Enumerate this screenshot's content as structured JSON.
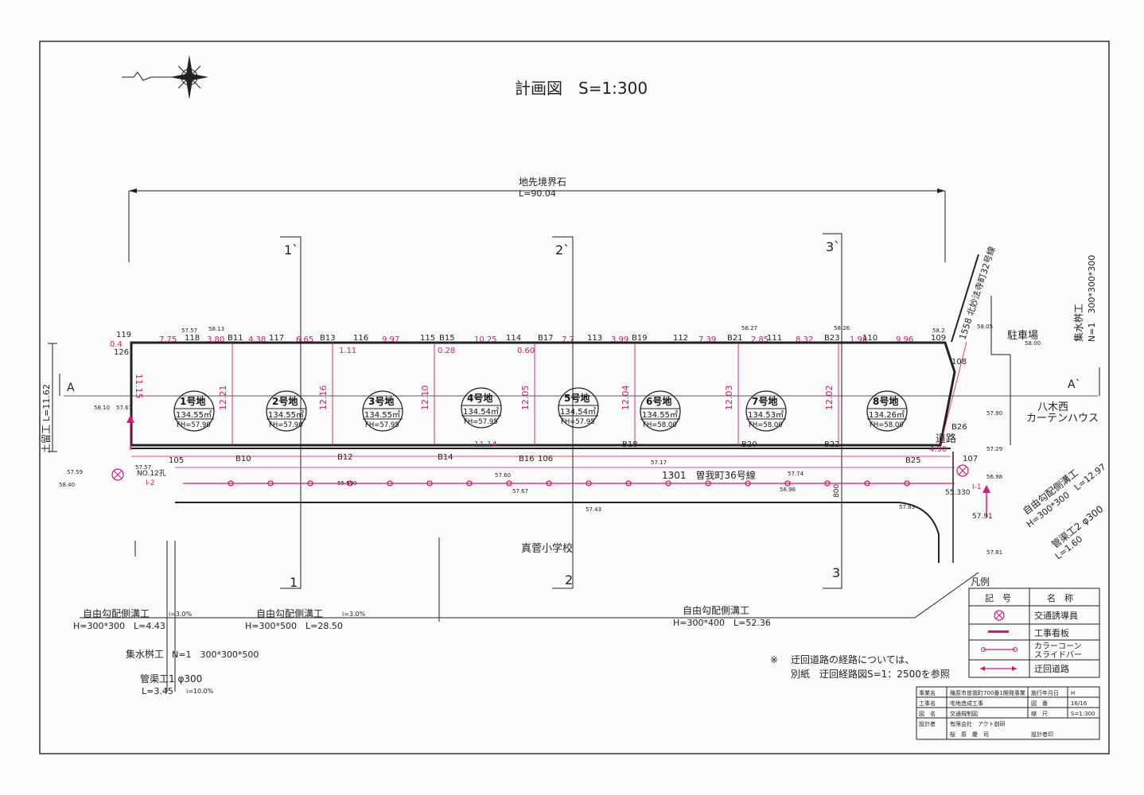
{
  "title": "計画図　S=1:300",
  "top_dimension": {
    "label": "地先境界石",
    "length": "L=90.04"
  },
  "sections": [
    {
      "top": "1`",
      "bottom": "1"
    },
    {
      "top": "2`",
      "bottom": "2"
    },
    {
      "top": "3`",
      "bottom": "3"
    }
  ],
  "section_a": {
    "left": "A",
    "right": "A`"
  },
  "lots": [
    {
      "num": "1号地",
      "area": "134.55㎡",
      "fh": "FH=57.90"
    },
    {
      "num": "2号地",
      "area": "134.55㎡",
      "fh": "FH=57.90"
    },
    {
      "num": "3号地",
      "area": "134.55㎡",
      "fh": "FH=57.95"
    },
    {
      "num": "4号地",
      "area": "134.54㎡",
      "fh": "FH=57.95"
    },
    {
      "num": "5号地",
      "area": "134.54㎡",
      "fh": "FH=57.95"
    },
    {
      "num": "6号地",
      "area": "134.55㎡",
      "fh": "FH=58.00"
    },
    {
      "num": "7号地",
      "area": "134.53㎡",
      "fh": "FH=58.00"
    },
    {
      "num": "8号地",
      "area": "134.26㎡",
      "fh": "FH=58.00"
    }
  ],
  "lot_depths": [
    "11.15",
    "12.21",
    "12.16",
    "12.10",
    "12.05",
    "12.04",
    "12.03",
    "12.02"
  ],
  "top_widths": [
    "7.75",
    "3.80",
    "4.38",
    "6.65",
    "9.97",
    "10.25",
    "7.7",
    "3.99",
    "7.39",
    "2.85",
    "8.32",
    "1.98",
    "9.96",
    "0.4"
  ],
  "top_points": [
    "118",
    "B11",
    "117",
    "B13",
    "116",
    "115",
    "B15",
    "114",
    "B17",
    "113",
    "B19",
    "112",
    "B21",
    "111",
    "B23",
    "110",
    "109",
    "119",
    "126"
  ],
  "top_offsets": [
    "1.11",
    "0.28",
    "0.60"
  ],
  "bottom_points": [
    "105",
    "B10",
    "B12",
    "B14",
    "B16",
    "106",
    "B18",
    "B20",
    "B22",
    "B25",
    "107",
    "B26",
    "108"
  ],
  "bottom_widths": [
    "11.14",
    "4.90"
  ],
  "road_label": "1301　曽我町36号線",
  "right_road_label": "1558 北妙法寺町32号線",
  "parking": "駐車場",
  "neighbor": [
    "八木西",
    "カーテンハウス"
  ],
  "road_label_small": "道路",
  "school": "真菅小学校",
  "collection_box_right": {
    "title": "集水桝工",
    "spec": "N=1　300*300*300"
  },
  "side_ditch_right": {
    "title": "自由勾配側溝工",
    "spec": "H=300*300　L=12.97"
  },
  "pipe_right": {
    "title": "管渠工2 φ300",
    "spec": "L=1.60"
  },
  "retaining_wall": {
    "title": "土留工",
    "spec": "L=11.62"
  },
  "ditch_1": {
    "title": "自由勾配側溝工",
    "slope": "i=3.0%",
    "spec": "H=300*300　L=4.43"
  },
  "ditch_2": {
    "title": "自由勾配側溝工",
    "slope": "i=3.0%",
    "spec": "H=300*500　L=28.50"
  },
  "ditch_3": {
    "title": "自由勾配側溝工",
    "spec": "H=300*400　L=52.36"
  },
  "collection_box_left": {
    "title": "集水桝工",
    "spec": "N=1　300*300*500"
  },
  "pipe_left": {
    "title": "管渠工1 φ300",
    "spec": "L=3.45",
    "slope": "i=10.0%"
  },
  "elevations": [
    "57.57",
    "58.13",
    "56.27",
    "58.26",
    "58.2",
    "58.05",
    "58.00",
    "57.90",
    "57.29",
    "56.98",
    "57.83",
    "57.81",
    "57.43",
    "57.67",
    "57.74",
    "56.96",
    "57.60",
    "57.17",
    "55.590",
    "57.57",
    "57.59",
    "58.40",
    "58.10",
    "57.67"
  ],
  "labels_misc": [
    "NO.12孔",
    "I-2",
    "I-1",
    "800",
    "55.330",
    "57.91"
  ],
  "note": {
    "mark": "※",
    "line1": "迂回道路の経路については、",
    "line2": "別紙　迂回経路図S=1：2500を参照"
  },
  "legend": {
    "title": "凡例",
    "header": [
      "記　号",
      "名　称"
    ],
    "items": [
      "交通誘導員",
      "工事看板",
      "カラーコーン\nスライドバー",
      "迂回道路"
    ]
  },
  "title_block": {
    "rows": [
      [
        "事業名",
        "橿原市曽我町700番1開発事業",
        "施行年月日",
        "H"
      ],
      [
        "工事名",
        "宅地造成工事",
        "図　番",
        "16/16"
      ],
      [
        "図　名",
        "交通規制図",
        "縮　尺",
        "S=1:300"
      ],
      [
        "設計者",
        "有限会社　アクト創研",
        "",
        ""
      ],
      [
        "",
        "桜　原　慶　司",
        "設計者印",
        ""
      ]
    ]
  },
  "colors": {
    "ink": "#222222",
    "magenta": "#d8157a",
    "paper": "#fbfbf9"
  }
}
